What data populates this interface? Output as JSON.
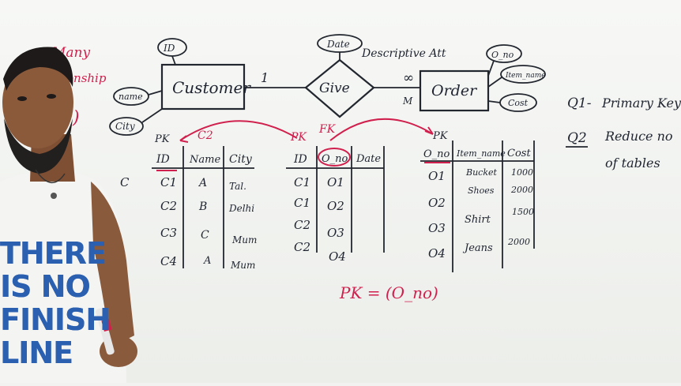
{
  "er_diagram": {
    "entities": {
      "customer": "Customer",
      "order": "Order"
    },
    "relationship": "Give",
    "cardinality": {
      "left": "1",
      "right_top": "∞",
      "right_bottom": "M"
    },
    "attributes": {
      "customer": [
        "ID",
        "name",
        "City"
      ],
      "give": "Date",
      "order": [
        "O_no",
        "Item_name",
        "Cost"
      ]
    },
    "descriptive_note": "Descriptive Att"
  },
  "left_margin_notes": [
    "Many",
    "onship",
    ")"
  ],
  "tables": {
    "customer": {
      "header_marks": {
        "pk": "PK",
        "note": "C2"
      },
      "columns": [
        "ID",
        "Name",
        "City"
      ],
      "rows": [
        [
          "C1",
          "A",
          "Tal."
        ],
        [
          "C2",
          "B",
          "Delhi"
        ],
        [
          "C3",
          "C",
          "Mum"
        ],
        [
          "C4",
          "A",
          "Mum"
        ]
      ],
      "side_note": "C"
    },
    "give": {
      "header_marks": {
        "pk": "PK",
        "fk": "FK"
      },
      "columns": [
        "ID",
        "O_no",
        "Date"
      ],
      "rows": [
        [
          "C1",
          "O1",
          ""
        ],
        [
          "C1",
          "O2",
          ""
        ],
        [
          "C2",
          "O3",
          ""
        ],
        [
          "C2",
          "O4",
          ""
        ]
      ]
    },
    "order": {
      "header_marks": {
        "pk": "PK"
      },
      "columns": [
        "O_no",
        "Item_name",
        "Cost"
      ],
      "rows": [
        [
          "O1",
          "Bucket",
          "1000"
        ],
        [
          "O2",
          "Shoes",
          "2000"
        ],
        [
          "O3",
          "Shirt",
          "1500"
        ],
        [
          "O4",
          "Jeans",
          "2000"
        ]
      ]
    }
  },
  "pk_note": "PK = (O_no)",
  "questions": [
    {
      "label": "Q1-",
      "text": "Primary Key"
    },
    {
      "label": "Q2",
      "text": "Reduce no of tables"
    }
  ],
  "shirt_print": [
    "THERE",
    "IS NO",
    "FINISH",
    "LINE"
  ]
}
